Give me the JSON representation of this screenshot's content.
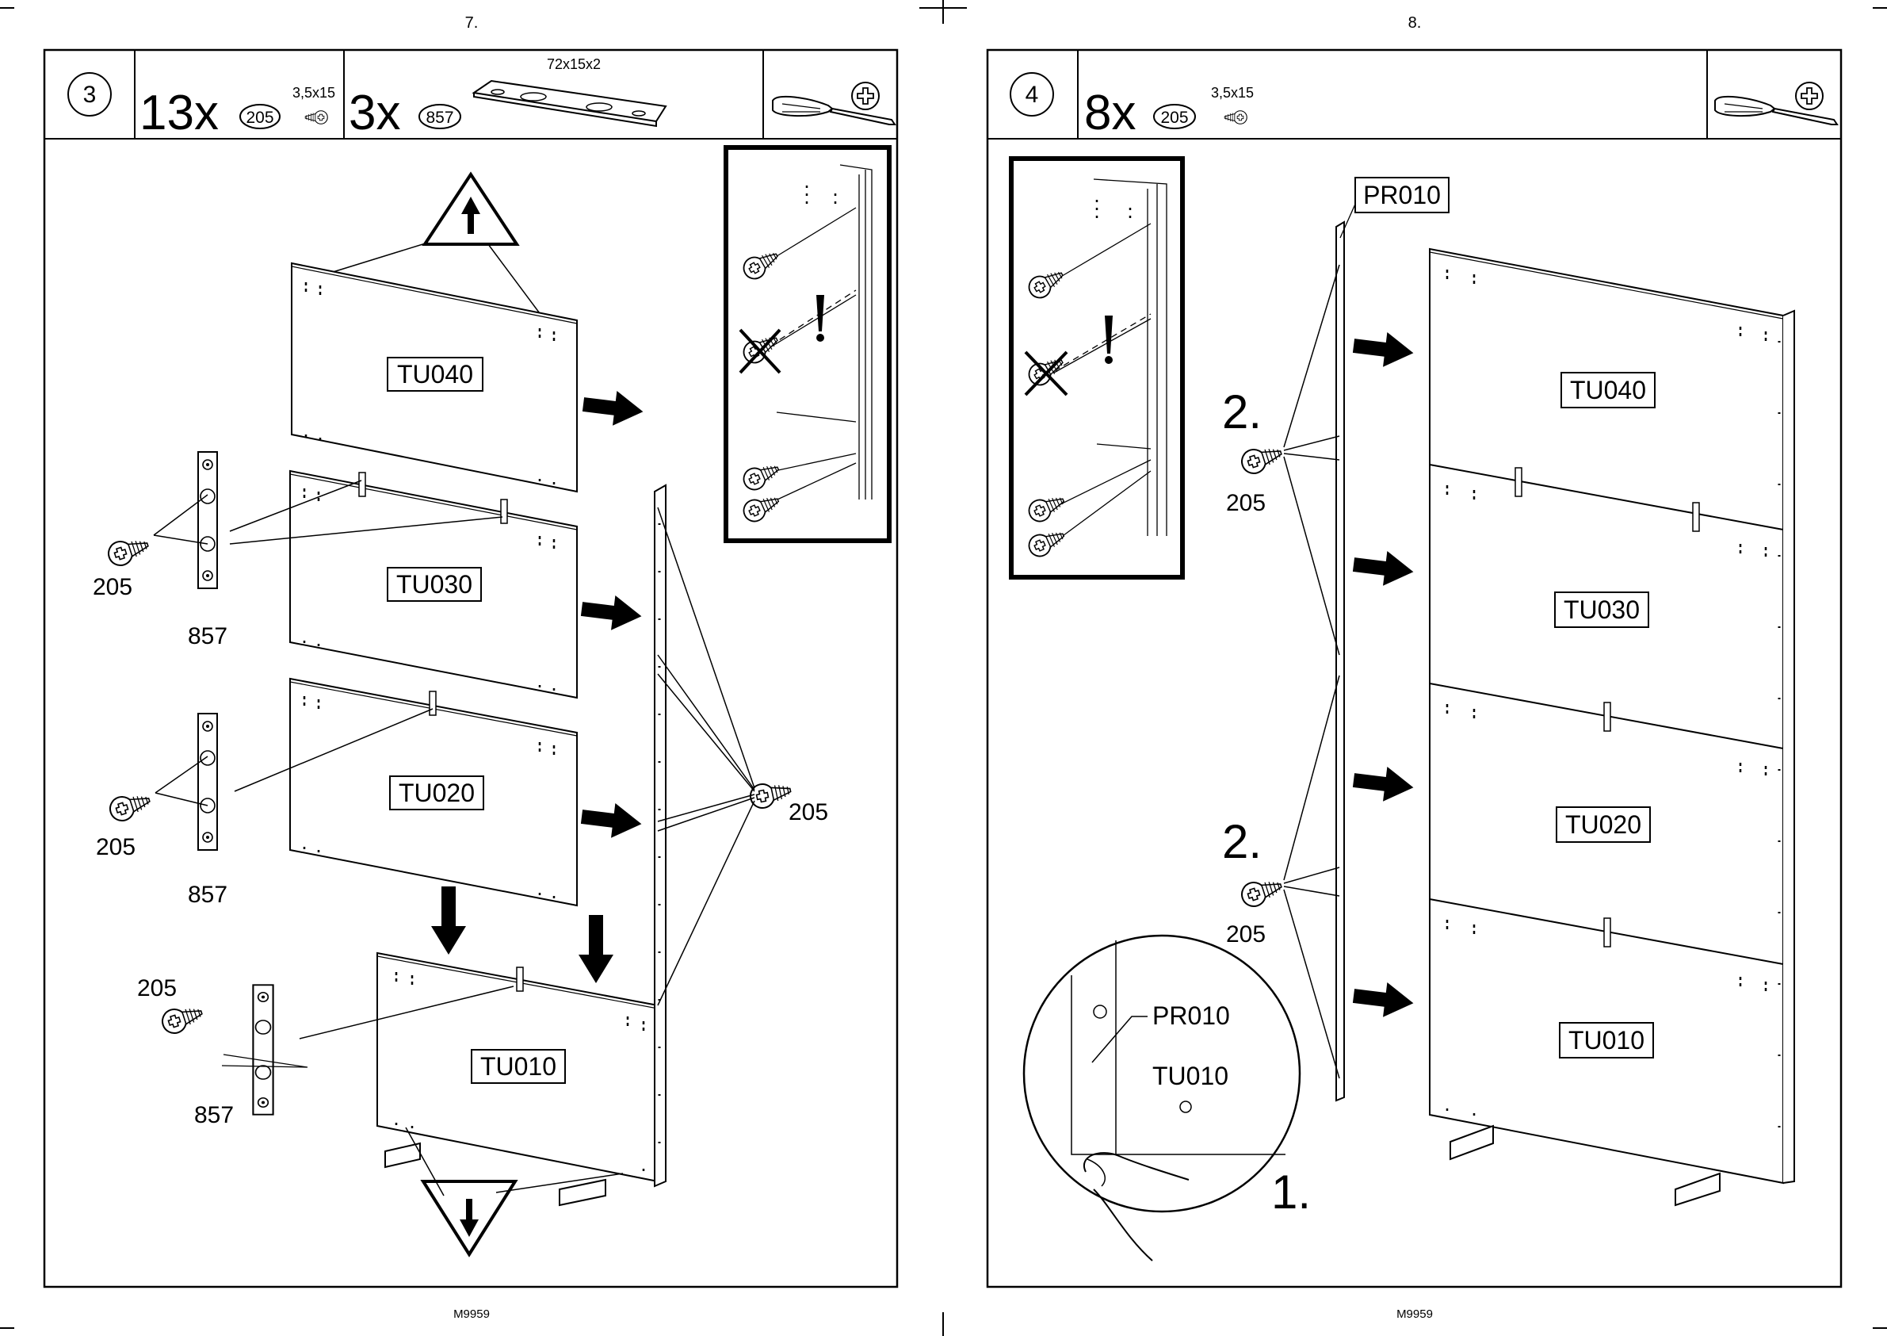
{
  "pages": [
    {
      "page_number": "7.",
      "step": "3",
      "parts": [
        {
          "qty": "13x",
          "code": "205",
          "size": "3,5x15",
          "icon": "screw-icon"
        },
        {
          "qty": "3x",
          "code": "857",
          "size": "72x15x2",
          "icon": "connector-plate-icon"
        }
      ],
      "tool_icons": [
        "screwdriver-icon",
        "phillips-cross-icon"
      ],
      "panels": [
        "TU040",
        "TU030",
        "TU020",
        "TU010"
      ],
      "callouts": {
        "screw_a": "205",
        "plate_a": "857",
        "screw_b": "205",
        "plate_b": "857",
        "screw_c": "205",
        "plate_c": "857",
        "screw_right": "205"
      },
      "footer": "M9959"
    },
    {
      "page_number": "8.",
      "step": "4",
      "parts": [
        {
          "qty": "8x",
          "code": "205",
          "size": "3,5x15",
          "icon": "screw-icon"
        }
      ],
      "tool_icons": [
        "screwdriver-icon",
        "phillips-cross-icon"
      ],
      "side_panel": "PR010",
      "panels": [
        "TU040",
        "TU030",
        "TU020",
        "TU010"
      ],
      "sequence": [
        "2.",
        "2.",
        "1."
      ],
      "callouts": {
        "screw_top": "205",
        "screw_bottom": "205"
      },
      "detail": {
        "label_a": "PR010",
        "label_b": "TU010"
      },
      "footer": "M9959"
    }
  ]
}
